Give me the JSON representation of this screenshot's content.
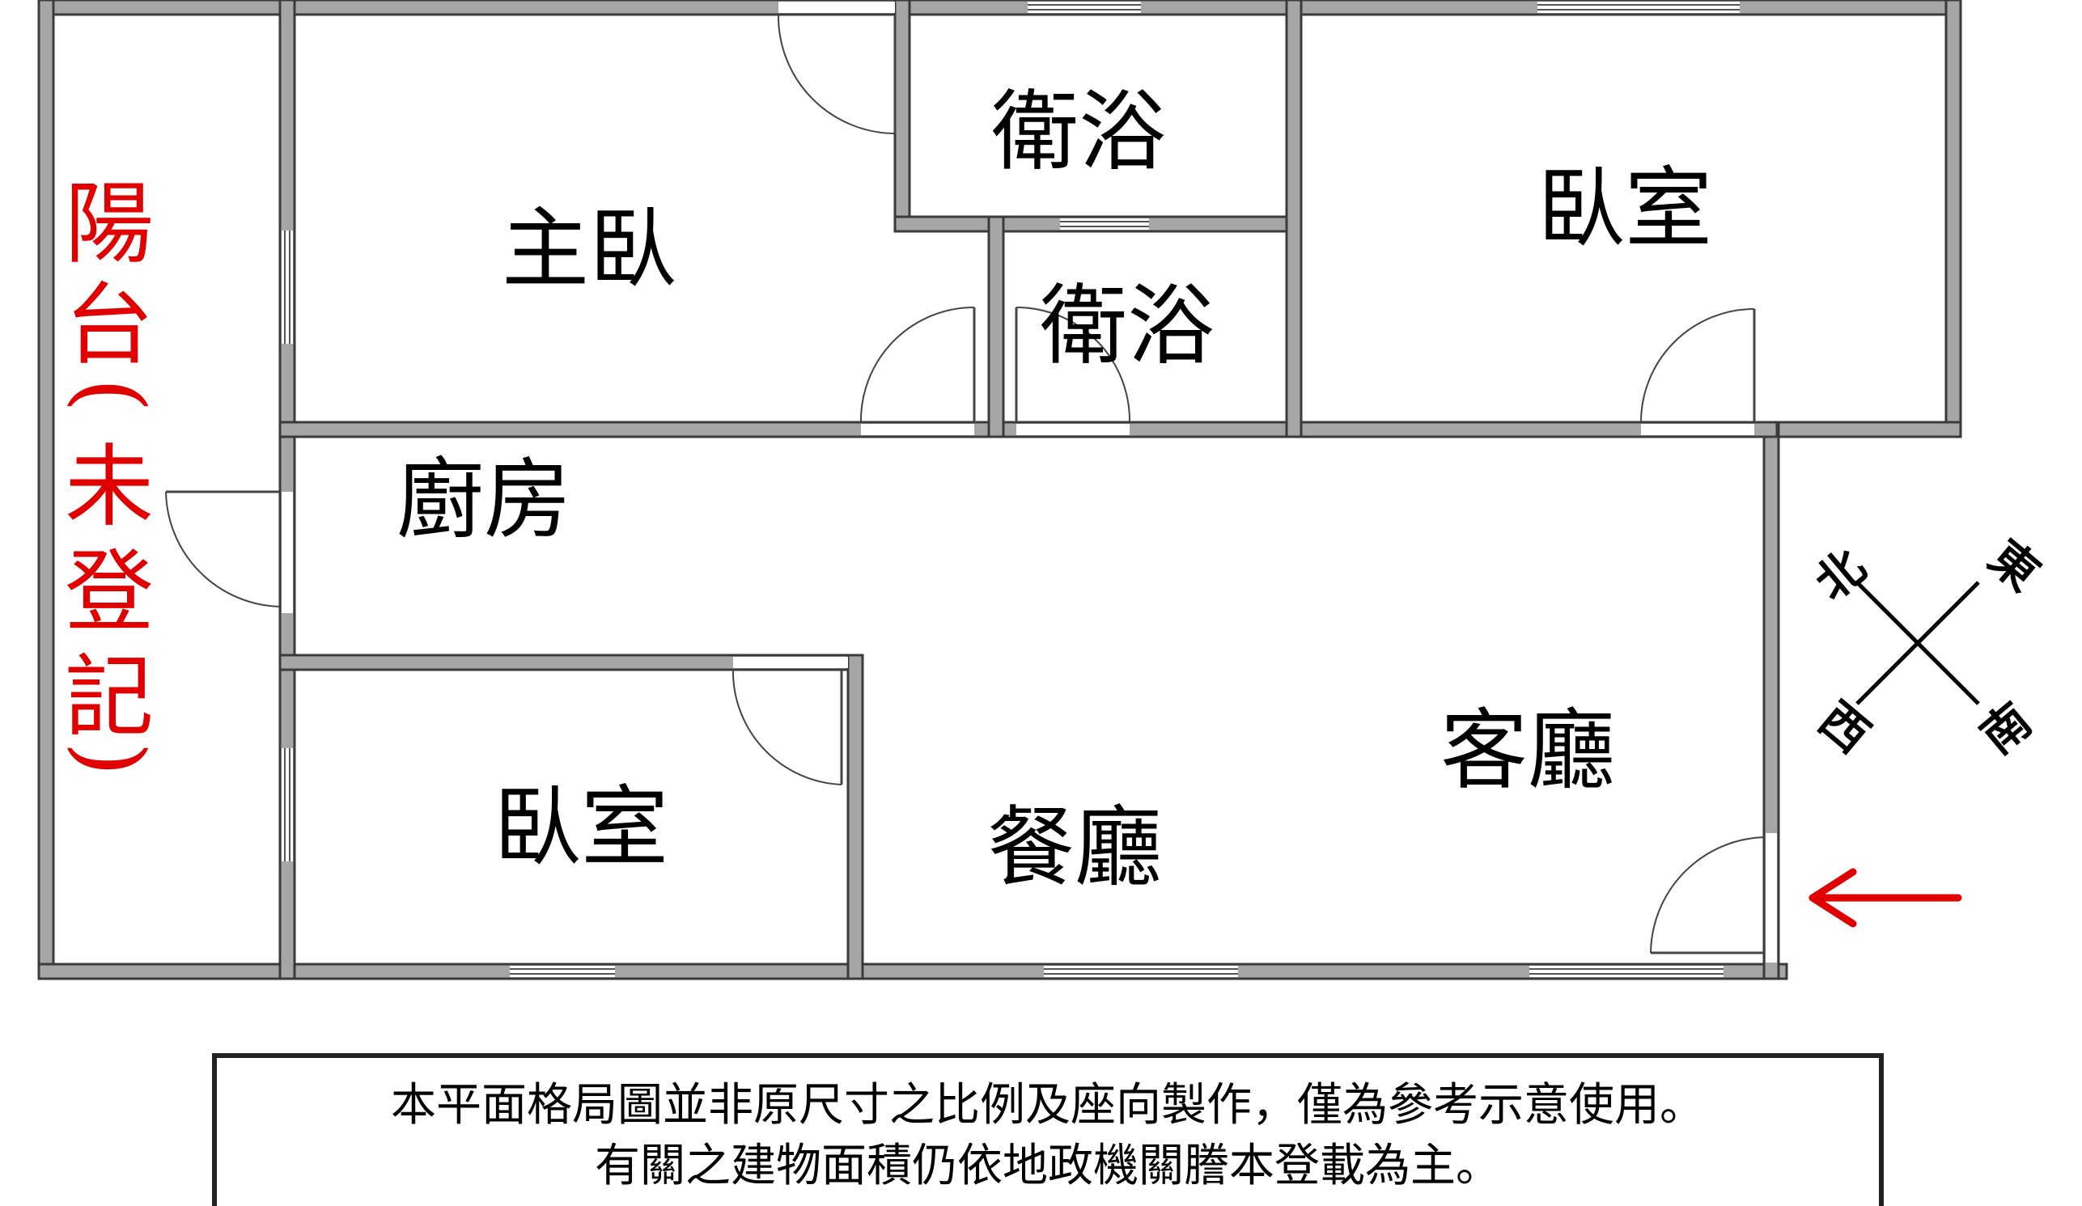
{
  "rooms": {
    "master_bedroom": "主臥",
    "bath_1": "衛浴",
    "bath_2": "衛浴",
    "bedroom_east": "臥室",
    "kitchen": "廚房",
    "bedroom_south": "臥室",
    "dining": "餐廳",
    "living": "客廳"
  },
  "balcony": {
    "chars": [
      "陽",
      "台",
      "(",
      "未",
      "登",
      "記",
      ")"
    ]
  },
  "compass": {
    "north": "北",
    "east": "東",
    "west": "西",
    "south": "南"
  },
  "entrance_arrow_color": "#e00000",
  "balcony_text_color": "#e00000",
  "note": {
    "line1": "本平面格局圖並非原尺寸之比例及座向製作，僅為參考示意使用。",
    "line2": "有關之建物面積仍依地政機關謄本登載為主。"
  }
}
